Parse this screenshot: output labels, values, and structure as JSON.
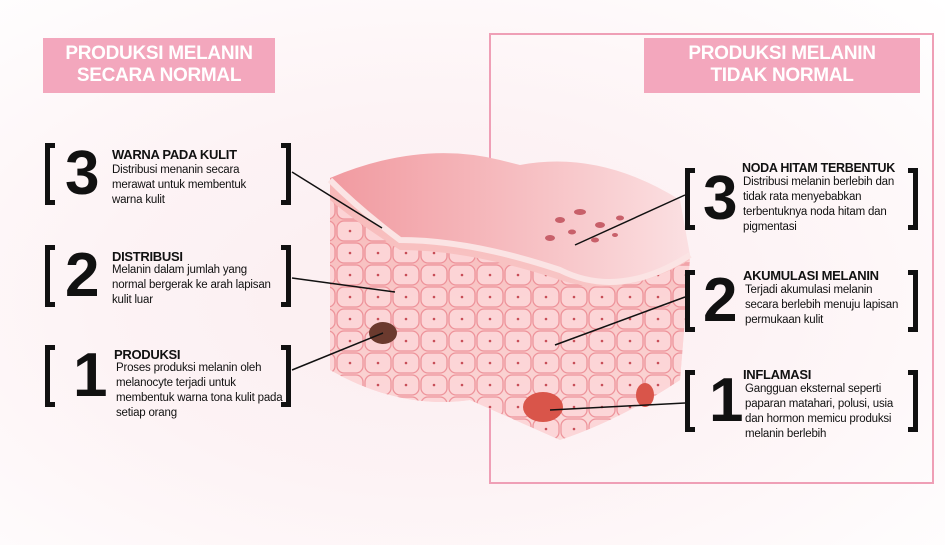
{
  "left_header": {
    "line1": "PRODUKSI MELANIN",
    "line2": "SECARA NORMAL"
  },
  "right_header": {
    "line1": "PRODUKSI MELANIN",
    "line2": "TIDAK NORMAL"
  },
  "left_items": [
    {
      "number": "3",
      "title": "WARNA PADA KULIT",
      "description": "Distribusi menanin secara merawat untuk membentuk warna kulit"
    },
    {
      "number": "2",
      "title": "DISTRIBUSI",
      "description": "Melanin dalam jumlah yang normal bergerak ke arah lapisan kulit luar"
    },
    {
      "number": "1",
      "title": "PRODUKSI",
      "description": "Proses produksi melanin oleh melanocyte terjadi untuk membentuk warna tona kulit pada setiap orang"
    }
  ],
  "right_items": [
    {
      "number": "3",
      "title": "NODA HITAM TERBENTUK",
      "description": "Distribusi melanin berlebih dan tidak rata menyebabkan terbentuknya noda hitam dan pigmentasi"
    },
    {
      "number": "2",
      "title": "AKUMULASI MELANIN",
      "description": "Terjadi akumulasi melanin secara berlebih menuju lapisan permukaan kulit"
    },
    {
      "number": "1",
      "title": "INFLAMASI",
      "description": "Gangguan eksternal seperti paparan matahari, polusi, usia dan hormon memicu produksi melanin berlebih"
    }
  ],
  "colors": {
    "header_bg": "#f3a7bd",
    "frame": "#ef9fb6",
    "skin": "#f4a9ad"
  }
}
